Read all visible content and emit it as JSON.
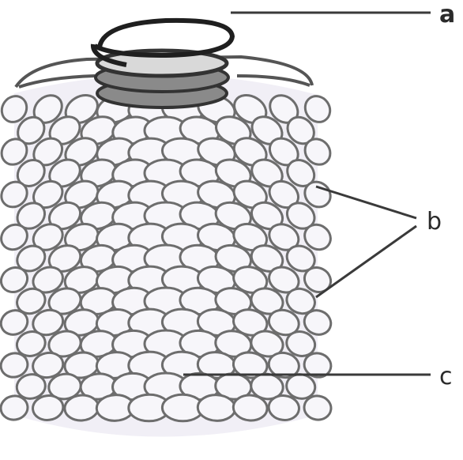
{
  "figure": {
    "labels": {
      "a": "a",
      "b": "b",
      "c": "c"
    }
  },
  "colors": {
    "cell_fill": "#f7f6fa",
    "cell_outline": "#6d6d6d",
    "ring": "#1f1f1f",
    "leader_line": "#3a3a3a"
  }
}
